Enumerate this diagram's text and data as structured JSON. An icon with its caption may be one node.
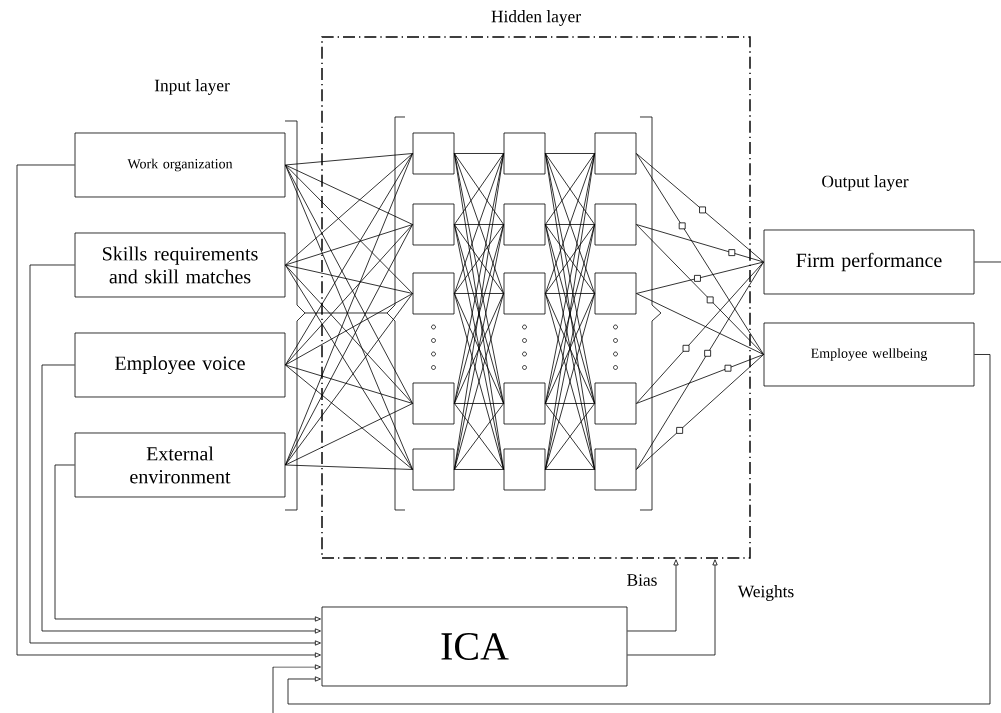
{
  "diagram": {
    "nodes": [
      {
        "text": [
          "Work organization"
        ]
      },
      {
        "text": [
          "Skills requirements and skill matches"
        ]
      },
      {
        "text": [
          "Employee voice"
        ]
      },
      {
        "text": [
          "External environment"
        ]
      },
      {
        "text": [
          "Hidden layer"
        ]
      },
      {
        "text": [],
        "shape": "box",
        "in": 4
      },
      {
        "text": [],
        "shape": "box",
        "in": 4
      },
      {
        "text": [],
        "shape": "box",
        "in": 4
      },
      {
        "text": [],
        "shape": "box",
        "in": 4
      },
      {
        "text": [],
        "shape": "box",
        "in": 4
      },
      {
        "text": [],
        "shape": "box",
        "in": 4
      },
      {
        "text": [],
        "shape": "box",
        "in": 4
      },
      {
        "text": [],
        "shape": "box",
        "in": 4
      },
      {
        "text": [],
        "shape": "box",
        "in": 4
      },
      {
        "text": [],
        "shape": "box",
        "in": 4
      },
      {
        "text": [],
        "shape": "box",
        "in": 4
      },
      {
        "text": [],
        "shape": "box",
        "in": 4
      },
      {
        "text": [],
        "shape": "box",
        "in": 4
      },
      {
        "text": [],
        "shape": "box",
        "in": 4
      },
      {
        "text": [],
        "shape": "box",
        "in": 4
      },
      {
        "text": [
          "Firm performance"
        ]
      },
      {
        "text": [
          "Employee wellbeing"
        ]
      },
      {
        "text": [
          "ICA"
        ]
      }
    ],
    "edges": [
      {
        "from": 0,
        "to": 5,
        "arrow": "none"
      },
      {
        "from": 0,
        "to": 6,
        "arrow": "none"
      },
      {
        "from": 0,
        "to": 7,
        "arrow": "none"
      },
      {
        "from": 0,
        "to": 8,
        "arrow": "none"
      },
      {
        "from": 0,
        "to": 9,
        "arrow": "none"
      },
      {
        "from": 1,
        "to": 5,
        "arrow": "none"
      },
      {
        "from": 1,
        "to": 6,
        "arrow": "none"
      },
      {
        "from": 1,
        "to": 7,
        "arrow": "none"
      },
      {
        "from": 1,
        "to": 8,
        "arrow": "none"
      },
      {
        "from": 1,
        "to": 9,
        "arrow": "none"
      },
      {
        "from": 2,
        "to": 5,
        "arrow": "none"
      },
      {
        "from": 2,
        "to": 6,
        "arrow": "none"
      },
      {
        "from": 2,
        "to": 7,
        "arrow": "none"
      },
      {
        "from": 2,
        "to": 8,
        "arrow": "none"
      },
      {
        "from": 2,
        "to": 9,
        "arrow": "none"
      },
      {
        "from": 3,
        "to": 5,
        "arrow": "none"
      },
      {
        "from": 3,
        "to": 6,
        "arrow": "none"
      },
      {
        "from": 3,
        "to": 7,
        "arrow": "none"
      },
      {
        "from": 3,
        "to": 8,
        "arrow": "none"
      },
      {
        "from": 3,
        "to": 9,
        "arrow": "none"
      },
      {
        "from": 5,
        "to": 10,
        "arrow": "none"
      },
      {
        "from": 5,
        "to": 11,
        "arrow": "none"
      },
      {
        "from": 5,
        "to": 12,
        "arrow": "none"
      },
      {
        "from": 5,
        "to": 13,
        "arrow": "none"
      },
      {
        "from": 5,
        "to": 14,
        "arrow": "none"
      },
      {
        "from": 6,
        "to": 10,
        "arrow": "none"
      },
      {
        "from": 6,
        "to": 11,
        "arrow": "none"
      },
      {
        "from": 6,
        "to": 12,
        "arrow": "none"
      },
      {
        "from": 6,
        "to": 13,
        "arrow": "none"
      },
      {
        "from": 6,
        "to": 14,
        "arrow": "none"
      },
      {
        "from": 7,
        "to": 10,
        "arrow": "none"
      },
      {
        "from": 7,
        "to": 11,
        "arrow": "none"
      },
      {
        "from": 7,
        "to": 12,
        "arrow": "none"
      },
      {
        "from": 7,
        "to": 13,
        "arrow": "none"
      },
      {
        "from": 7,
        "to": 14,
        "arrow": "none"
      },
      {
        "from": 8,
        "to": 10,
        "arrow": "none"
      },
      {
        "from": 8,
        "to": 11,
        "arrow": "none"
      },
      {
        "from": 8,
        "to": 12,
        "arrow": "none"
      },
      {
        "from": 8,
        "to": 13,
        "arrow": "none"
      },
      {
        "from": 8,
        "to": 14,
        "arrow": "none"
      },
      {
        "from": 9,
        "to": 10,
        "arrow": "none"
      },
      {
        "from": 9,
        "to": 11,
        "arrow": "none"
      },
      {
        "from": 9,
        "to": 12,
        "arrow": "none"
      },
      {
        "from": 9,
        "to": 13,
        "arrow": "none"
      },
      {
        "from": 9,
        "to": 14,
        "arrow": "none"
      },
      {
        "from": 10,
        "to": 15,
        "arrow": "none"
      },
      {
        "from": 10,
        "to": 16,
        "arrow": "none"
      },
      {
        "from": 10,
        "to": 17,
        "arrow": "none"
      },
      {
        "from": 10,
        "to": 18,
        "arrow": "none"
      },
      {
        "from": 10,
        "to": 19,
        "arrow": "none"
      },
      {
        "from": 11,
        "to": 15,
        "arrow": "none"
      },
      {
        "from": 11,
        "to": 16,
        "arrow": "none"
      },
      {
        "from": 11,
        "to": 17,
        "arrow": "none"
      },
      {
        "from": 11,
        "to": 18,
        "arrow": "none"
      },
      {
        "from": 11,
        "to": 19,
        "arrow": "none"
      },
      {
        "from": 12,
        "to": 15,
        "arrow": "none"
      },
      {
        "from": 12,
        "to": 16,
        "arrow": "none"
      },
      {
        "from": 12,
        "to": 17,
        "arrow": "none"
      },
      {
        "from": 12,
        "to": 18,
        "arrow": "none"
      },
      {
        "from": 12,
        "to": 19,
        "arrow": "none"
      },
      {
        "from": 13,
        "to": 15,
        "arrow": "none"
      },
      {
        "from": 13,
        "to": 16,
        "arrow": "none"
      },
      {
        "from": 13,
        "to": 17,
        "arrow": "none"
      },
      {
        "from": 13,
        "to": 18,
        "arrow": "none"
      },
      {
        "from": 13,
        "to": 19,
        "arrow": "none"
      },
      {
        "from": 14,
        "to": 15,
        "arrow": "none"
      },
      {
        "from": 14,
        "to": 16,
        "arrow": "none"
      },
      {
        "from": 14,
        "to": 17,
        "arrow": "none"
      },
      {
        "from": 14,
        "to": 18,
        "arrow": "none"
      },
      {
        "from": 14,
        "to": 19,
        "arrow": "none"
      },
      {
        "from": 15,
        "to": 20,
        "arrow": "none"
      },
      {
        "from": 15,
        "to": 21,
        "arrow": "none"
      },
      {
        "from": 16,
        "to": 20,
        "arrow": "none"
      },
      {
        "from": 16,
        "to": 21,
        "arrow": "none"
      },
      {
        "from": 17,
        "to": 20,
        "arrow": "none"
      },
      {
        "from": 17,
        "to": 21,
        "arrow": "none"
      },
      {
        "from": 18,
        "to": 20,
        "arrow": "none"
      },
      {
        "from": 18,
        "to": 21,
        "arrow": "none"
      },
      {
        "from": 19,
        "to": 20,
        "arrow": "none"
      },
      {
        "from": 19,
        "to": 21,
        "arrow": "none"
      },
      {
        "from": 0,
        "to": 22,
        "arrow": "to"
      },
      {
        "from": 1,
        "to": 22,
        "arrow": "to"
      },
      {
        "from": 2,
        "to": 22,
        "arrow": "to"
      },
      {
        "from": 3,
        "to": 22,
        "arrow": "to"
      },
      {
        "from": 21,
        "to": 22,
        "arrow": "to"
      },
      {
        "from": 20,
        "to": null,
        "arrow": "none"
      },
      {
        "from": null,
        "to": 22,
        "arrow": "to"
      },
      {
        "from": 22,
        "to": 4,
        "arrow": "to",
        "label": "Bias"
      },
      {
        "from": 22,
        "to": 4,
        "arrow": "to",
        "label": "Weights"
      }
    ],
    "labels": [
      "Input layer",
      "Output layer"
    ]
  }
}
